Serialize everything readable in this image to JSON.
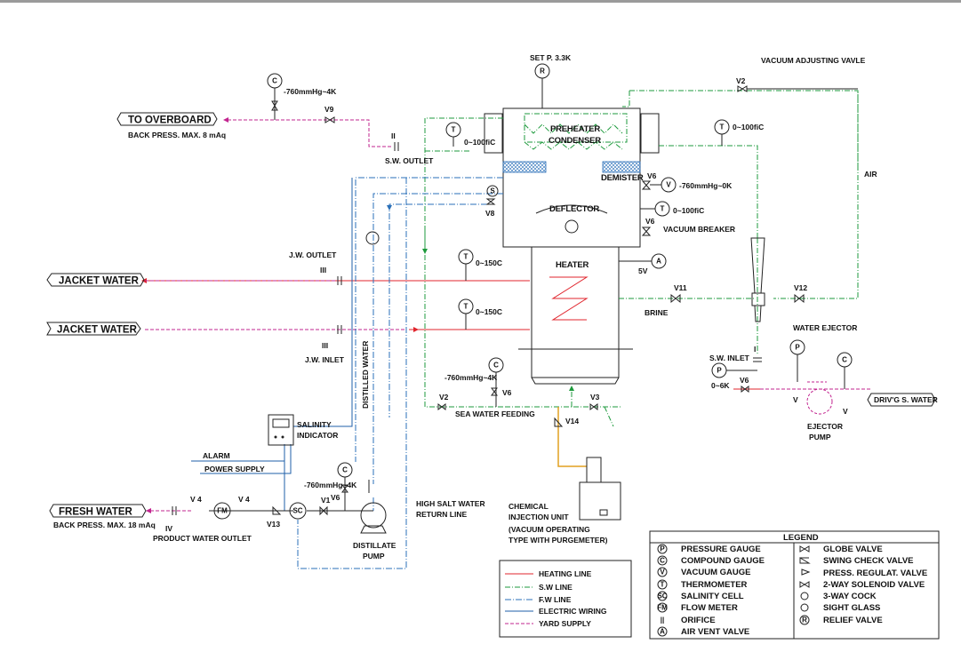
{
  "labels": {
    "set_p": "SET P. 3.3K",
    "vacuum_adjusting_valve": "VACUUM ADJUSTING VAVLE",
    "v2_top": "V2",
    "air": "AIR",
    "t_top_right": "0~100fiC",
    "c_top_left": "-760mmHg~4K",
    "v9": "V9",
    "to_overboard": "TO OVERBOARD",
    "back_press_8": "BACK PRESS. MAX. 8 mAq",
    "ii": "II",
    "sw_outlet": "S.W. OUTLET",
    "t_near_shell": "0~100fiC",
    "preheater": "PREHEATER",
    "condenser": "CONDENSER",
    "demister": "DEMISTER",
    "v6_vac": "V6",
    "vac_range": "-760mmHg~0K",
    "deflector": "DEFLECTOR",
    "t_right_shell": "0~100fiC",
    "v6_vb": "V6",
    "vacuum_breaker": "VACUUM BREAKER",
    "v8": "V8",
    "jw_outlet": "J.W. OUTLET",
    "iii_top": "III",
    "jacket_water_out": "JACKET WATER",
    "t_jw_top": "0~150C",
    "heater": "HEATER",
    "five_v": "5V",
    "v11": "V11",
    "v12": "V12",
    "brine": "BRINE",
    "water_ejector": "WATER EJECTOR",
    "jacket_water_in": "JACKET WATER",
    "t_jw_bottom": "0~150C",
    "iii_bottom": "III",
    "jw_inlet": "J.W. INLET",
    "distilled_water": "DISTILLED WATER",
    "i": "I",
    "sw_inlet": "S.W. INLET",
    "zero_6k": "0~6K",
    "v6_sw": "V6",
    "c_sw_feed": "-760mmHg~4K",
    "v6_feed": "V6",
    "v2_feed": "V2",
    "v3": "V3",
    "sea_water_feeding": "SEA WATER FEEDING",
    "v14": "V14",
    "v_left": "V",
    "v_right": "V",
    "drivg_water": "DRIV'G S. WATER",
    "ejector": "EJECTOR",
    "pump": "PUMP",
    "salinity": "SALINITY",
    "indicator": "INDICATOR",
    "alarm": "ALARM",
    "power_supply": "POWER SUPPLY",
    "c_pump": "-760mmHg~4K",
    "v6_pump": "V6",
    "v1": "V1",
    "fresh_water": "FRESH WATER",
    "back_press_18": "BACK PRESS. MAX. 18 mAq",
    "v4_a": "V 4",
    "v4_b": "V 4",
    "fm": "FM",
    "sc": "SC",
    "v13": "V13",
    "iv": "IV",
    "product_water_outlet": "PRODUCT WATER OUTLET",
    "distillate": "DISTILLATE",
    "dist_pump": "PUMP",
    "high_salt_1": "HIGH SALT WATER",
    "high_salt_2": "RETURN LINE",
    "chem_1": "CHEMICAL",
    "chem_2": "INJECTION UNIT",
    "chem_3": "(VACUUM OPERATING",
    "chem_4": "TYPE WITH PURGEMETER)"
  },
  "line_legend": [
    {
      "label": "HEATING LINE",
      "color": "#e0242c"
    },
    {
      "label": "S.W LINE",
      "color": "#1d9a3c"
    },
    {
      "label": "F.W LINE",
      "color": "#2a6fb8"
    },
    {
      "label": "ELECTRIC WIRING",
      "color": "#1f5fa8"
    },
    {
      "label": "YARD SUPPLY",
      "color": "#c2248f"
    }
  ],
  "legend": {
    "title": "LEGEND",
    "left": [
      {
        "symbol": "P",
        "label": "PRESSURE GAUGE"
      },
      {
        "symbol": "C",
        "label": "COMPOUND GAUGE"
      },
      {
        "symbol": "V",
        "label": "VACUUM GAUGE"
      },
      {
        "symbol": "T",
        "label": "THERMOMETER"
      },
      {
        "symbol": "SC",
        "label": "SALINITY CELL"
      },
      {
        "symbol": "FM",
        "label": "FLOW METER"
      },
      {
        "symbol": "||",
        "label": "ORIFICE"
      },
      {
        "symbol": "A",
        "label": "AIR VENT VALVE"
      }
    ],
    "right": [
      {
        "symbol": "globe",
        "label": "GLOBE VALVE"
      },
      {
        "symbol": "swing",
        "label": "SWING CHECK VALVE"
      },
      {
        "symbol": "press",
        "label": "PRESS. REGULAT. VALVE"
      },
      {
        "symbol": "solenoid",
        "label": "2-WAY SOLENOID VALVE"
      },
      {
        "symbol": "cock",
        "label": "3-WAY COCK"
      },
      {
        "symbol": "glass",
        "label": "SIGHT GLASS"
      },
      {
        "symbol": "relief",
        "label": "RELIEF VALVE"
      }
    ]
  },
  "gauges": {
    "g_r": "R",
    "g_c1": "C",
    "g_t1": "T",
    "g_t2": "T",
    "g_v": "V",
    "g_t3": "T",
    "g_s": "S",
    "g_tj1": "T",
    "g_tj2": "T",
    "g_a": "A",
    "g_p1": "P",
    "g_p2": "P",
    "g_c2": "C",
    "g_c3": "C",
    "g_c4": "C"
  },
  "colors": {
    "heating": "#e0242c",
    "sw": "#1d9a3c",
    "fw": "#2a6fb8",
    "electric": "#1f5fa8",
    "yard": "#c2248f",
    "chemical": "#e2a020"
  }
}
